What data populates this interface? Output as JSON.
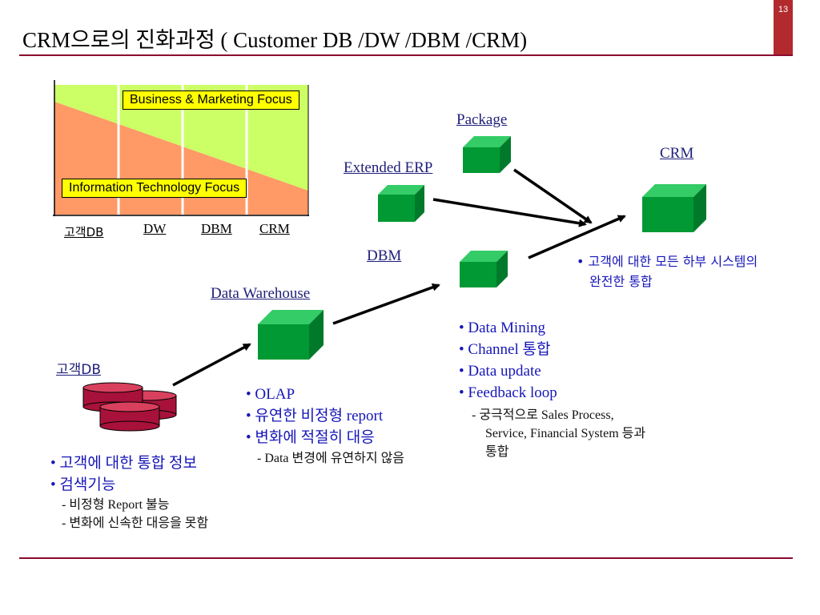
{
  "title": "CRM으로의 진화과정 ( Customer DB /DW /DBM /CRM)",
  "page_number": "13",
  "chart": {
    "business_focus": "Business & Marketing Focus",
    "it_focus": "Information Technology Focus",
    "stages": [
      "고객DB",
      "DW",
      "DBM",
      "CRM"
    ],
    "colors": {
      "business": "#ccff66",
      "it": "#ff9966"
    }
  },
  "nodes": {
    "customer_db": "고객DB",
    "data_warehouse": "Data Warehouse",
    "dbm": "DBM",
    "extended_erp": "Extended ERP",
    "package": "Package",
    "crm": "CRM"
  },
  "customer_db_notes": {
    "bullets": [
      "• 고객에 대한 통합 정보",
      "• 검색기능"
    ],
    "subs": [
      "- 비정형 Report 불능",
      "- 변화에 신속한 대응을 못함"
    ]
  },
  "dw_notes": {
    "bullets": [
      "• OLAP",
      "• 유연한 비정형 report",
      "• 변화에 적절히 대응"
    ],
    "sub": "- Data 변경에 유연하지 않음"
  },
  "dbm_notes": {
    "bullets": [
      "• Data Mining",
      "• Channel 통합",
      "• Data update",
      "• Feedback loop"
    ],
    "sub_lines": [
      "- 궁극적으로 Sales Process,",
      "Service, Financial System 등과",
      "통합"
    ]
  },
  "crm_notes": {
    "lines": [
      "• 고객에 대한 모든 하부 시스템의",
      "완전한 통합"
    ]
  },
  "colors": {
    "accent": "#8b0a2e",
    "cube": "#009933",
    "cylinder": "#a8123a",
    "text_blue": "#1616b8"
  }
}
